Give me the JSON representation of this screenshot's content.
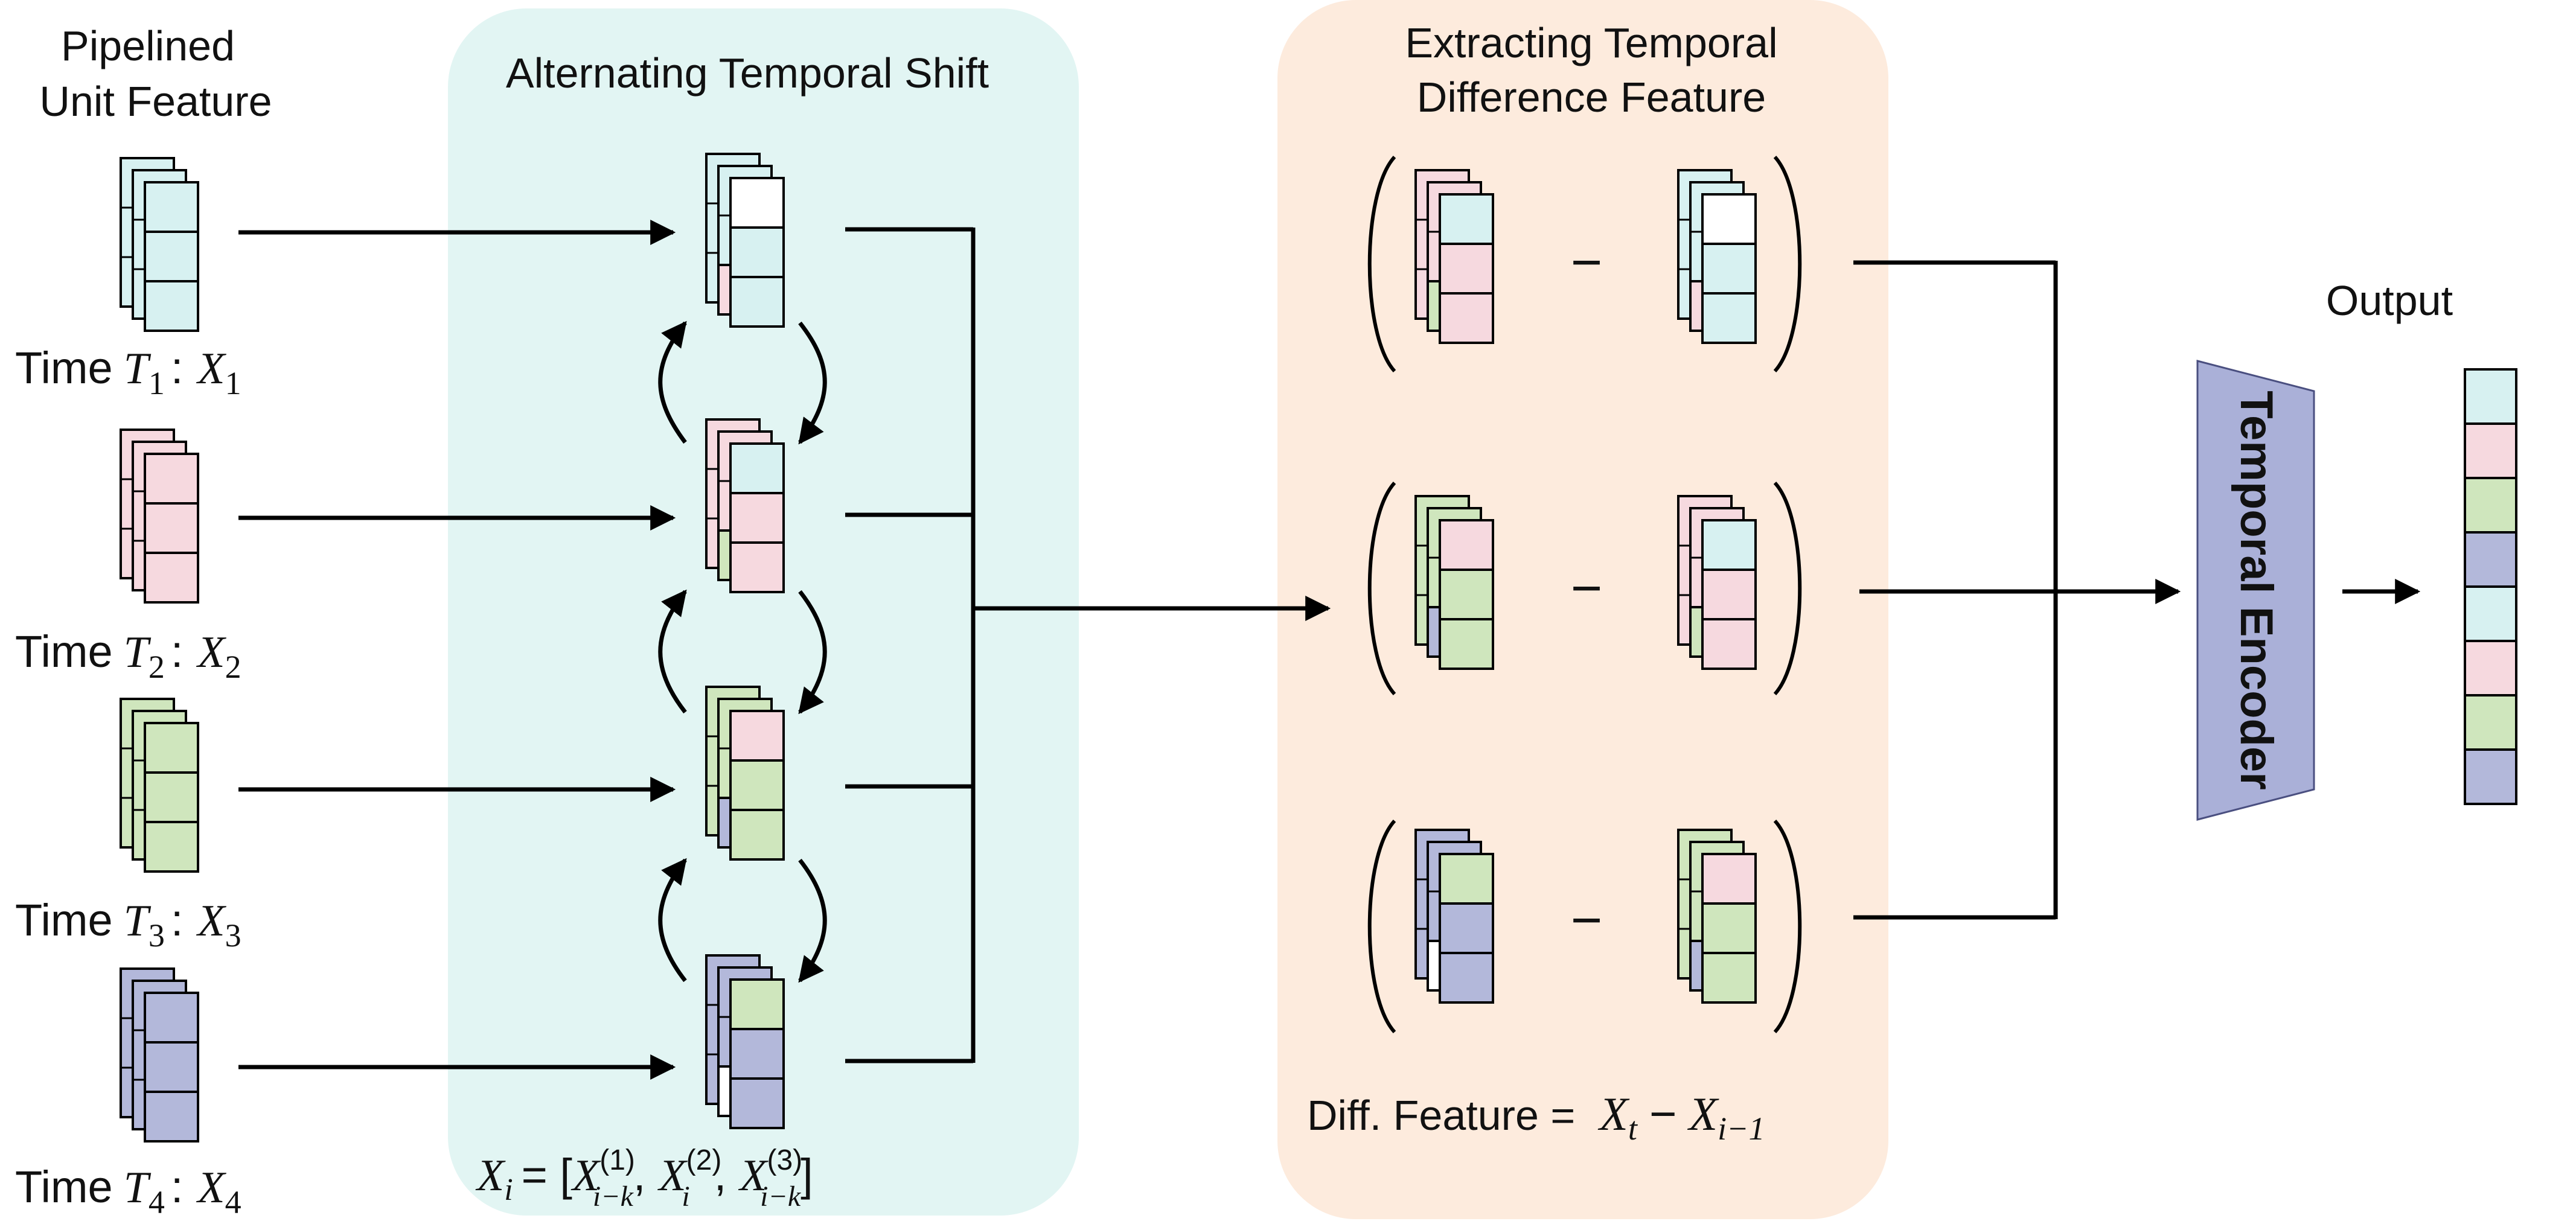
{
  "colors": {
    "cyan": "#d7f1f1",
    "pink": "#f6d9df",
    "green": "#cfe6bd",
    "blue": "#b3b8da",
    "white": "#ffffff",
    "panel_shift": "#e2f5f3",
    "panel_diff": "#fdebdd",
    "encoder": "#aab0d8"
  },
  "labels": {
    "input_title_1": "Pipelined",
    "input_title_2": "Unit Feature",
    "shift_title": "Alternating Temporal Shift",
    "diff_title_1": "Extracting Temporal",
    "diff_title_2": "Difference Feature",
    "output_title": "Output",
    "encoder_label": "Temporal Encoder",
    "minus": "−",
    "diff_formula_prefix": "Diff. Feature =",
    "time_word": "Time"
  },
  "time_labels": [
    {
      "T": "T",
      "Tsub": "1",
      "X": "X",
      "Xsub": "1"
    },
    {
      "T": "T",
      "Tsub": "2",
      "X": "X",
      "Xsub": "2"
    },
    {
      "T": "T",
      "Tsub": "3",
      "X": "X",
      "Xsub": "3"
    },
    {
      "T": "T",
      "Tsub": "4",
      "X": "X",
      "Xsub": "4"
    }
  ],
  "formula_xi": {
    "lhs": "X",
    "lhs_sub": "i",
    "eq": "= [",
    "t1": "X",
    "t1_sup": "(1)",
    "t1_sub": "i−k",
    "t2": "X",
    "t2_sup": "(2)",
    "t2_sub": "i",
    "t3": "X",
    "t3_sup": "(3)",
    "t3_sub": "i−k",
    "sep": ",",
    "close": "]"
  },
  "formula_diff": {
    "a": "X",
    "a_sub": "t",
    "op": "−",
    "b": "X",
    "b_sub": "i−1"
  },
  "inputs": [
    {
      "back": "cyan",
      "cells": [
        "cyan",
        "cyan",
        "cyan"
      ]
    },
    {
      "back": "pink",
      "cells": [
        "pink",
        "pink",
        "pink"
      ]
    },
    {
      "back": "green",
      "cells": [
        "green",
        "green",
        "green"
      ]
    },
    {
      "back": "blue",
      "cells": [
        "blue",
        "blue",
        "blue"
      ]
    }
  ],
  "shifted": [
    {
      "back": "cyan",
      "cells": [
        "white",
        "cyan",
        "cyan"
      ],
      "edge": "pink"
    },
    {
      "back": "pink",
      "cells": [
        "cyan",
        "pink",
        "pink"
      ],
      "edge": "green"
    },
    {
      "back": "green",
      "cells": [
        "pink",
        "green",
        "green"
      ],
      "edge": "blue"
    },
    {
      "back": "blue",
      "cells": [
        "green",
        "blue",
        "blue"
      ],
      "edge": "white"
    }
  ],
  "diffs": [
    {
      "left": {
        "back": "pink",
        "cells": [
          "cyan",
          "pink",
          "pink"
        ],
        "edge": "green"
      },
      "right": {
        "back": "cyan",
        "cells": [
          "white",
          "cyan",
          "cyan"
        ],
        "edge": "pink"
      }
    },
    {
      "left": {
        "back": "green",
        "cells": [
          "pink",
          "green",
          "green"
        ],
        "edge": "blue"
      },
      "right": {
        "back": "pink",
        "cells": [
          "cyan",
          "pink",
          "pink"
        ],
        "edge": "green"
      }
    },
    {
      "left": {
        "back": "blue",
        "cells": [
          "green",
          "blue",
          "blue"
        ],
        "edge": "white"
      },
      "right": {
        "back": "green",
        "cells": [
          "pink",
          "green",
          "green"
        ],
        "edge": "blue"
      }
    }
  ],
  "output_cells": [
    "cyan",
    "pink",
    "green",
    "blue",
    "cyan",
    "pink",
    "green",
    "blue"
  ]
}
